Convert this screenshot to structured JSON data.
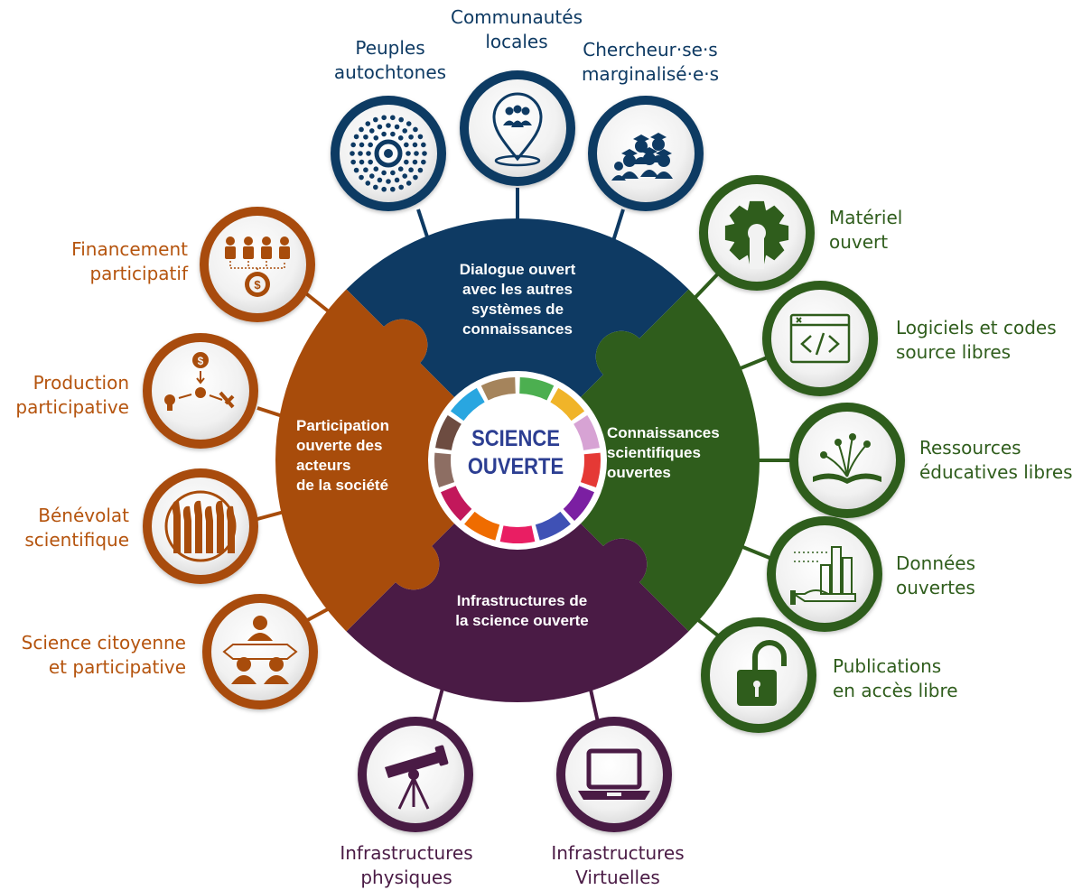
{
  "center": {
    "line1": "SCIENCE",
    "line2": "OUVERTE"
  },
  "segments": {
    "top": {
      "lines": [
        "Dialogue ouvert",
        "avec les autres",
        "systèmes de",
        "connaissances"
      ],
      "color": "#0e3a63"
    },
    "right": {
      "lines": [
        "Connaissances",
        "scientifiques",
        "ouvertes"
      ],
      "color": "#2f5d1c"
    },
    "bottom": {
      "lines": [
        "Infrastructures de",
        "la science ouverte"
      ],
      "color": "#4a1b45"
    },
    "left": {
      "lines": [
        "Participation",
        "ouverte des",
        "acteurs",
        "de la société"
      ],
      "color": "#a84c0b"
    }
  },
  "nodes": {
    "top": [
      {
        "lines": [
          "Peuples",
          "autochtones"
        ],
        "icon": "dot-circle-icon"
      },
      {
        "lines": [
          "Communautés",
          "locales"
        ],
        "icon": "community-pin-icon"
      },
      {
        "lines": [
          "Chercheur·se·s",
          "marginalisé·e·s"
        ],
        "icon": "graduates-icon"
      }
    ],
    "right": [
      {
        "lines": [
          "Matériel",
          "ouvert"
        ],
        "icon": "open-hardware-gear-icon"
      },
      {
        "lines": [
          "Logiciels et codes",
          "source libres"
        ],
        "icon": "code-window-icon"
      },
      {
        "lines": [
          "Ressources",
          "éducatives libres"
        ],
        "icon": "open-book-plant-icon"
      },
      {
        "lines": [
          "Données",
          "ouvertes"
        ],
        "icon": "data-hand-icon"
      },
      {
        "lines": [
          "Publications",
          "en accès libre"
        ],
        "icon": "open-lock-icon"
      }
    ],
    "bottom": [
      {
        "lines": [
          "Infrastructures",
          "physiques"
        ],
        "icon": "telescope-icon"
      },
      {
        "lines": [
          "Infrastructures",
          "Virtuelles"
        ],
        "icon": "laptop-icon"
      }
    ],
    "left": [
      {
        "lines": [
          "Financement",
          "participatif"
        ],
        "icon": "crowdfunding-icon"
      },
      {
        "lines": [
          "Production",
          "participative"
        ],
        "icon": "crowdsourcing-icon"
      },
      {
        "lines": [
          "Bénévolat",
          "scientifique"
        ],
        "icon": "raised-hands-icon"
      },
      {
        "lines": [
          "Science citoyenne",
          "et participative"
        ],
        "icon": "citizen-science-icon"
      }
    ]
  },
  "colors": {
    "blue": "#0e3a63",
    "green": "#2f5d1c",
    "orange": "#a84c0b",
    "purple": "#4a1b45",
    "center_text": "#2c3e92"
  }
}
